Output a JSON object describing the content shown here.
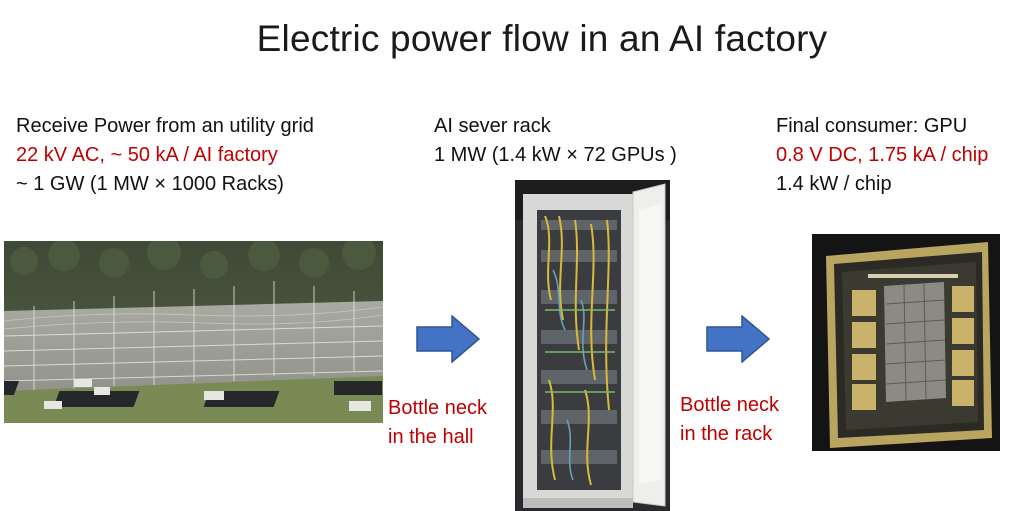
{
  "title": "Electric power flow in an AI factory",
  "left": {
    "line1": "Receive Power from an utility grid",
    "line2": "22 kV AC, ~ 50 kA / AI factory",
    "line3": "~ 1 GW (1 MW × 1000 Racks)"
  },
  "middle": {
    "line1": "AI sever rack",
    "line2": "1 MW (1.4 kW × 72 GPUs )"
  },
  "right": {
    "line1": "Final consumer: GPU",
    "line2": "0.8 V DC, 1.75 kA / chip",
    "line3": "1.4 kW / chip"
  },
  "bottleneck_hall": {
    "line1": "Bottle neck",
    "line2": "in the hall"
  },
  "bottleneck_rack": {
    "line1": "Bottle neck",
    "line2": "in the rack"
  },
  "colors": {
    "accent_red": "#c00000",
    "arrow_blue": "#4472c4",
    "arrow_border": "#2f5597"
  }
}
